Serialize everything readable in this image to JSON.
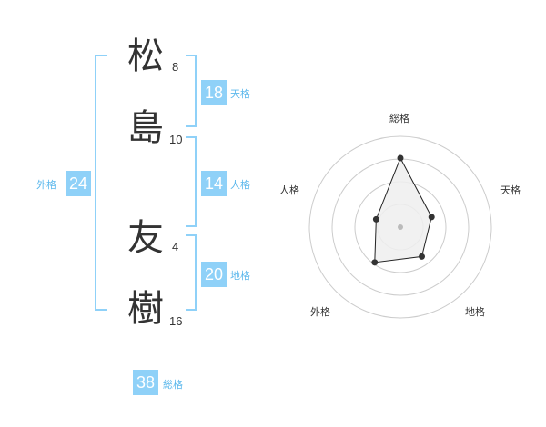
{
  "name": {
    "chars": [
      {
        "char": "松",
        "strokes": "8"
      },
      {
        "char": "島",
        "strokes": "10"
      },
      {
        "char": "友",
        "strokes": "4"
      },
      {
        "char": "樹",
        "strokes": "16"
      }
    ]
  },
  "fortunes": {
    "tenkaku": {
      "value": "18",
      "label": "天格"
    },
    "jinkaku": {
      "value": "14",
      "label": "人格"
    },
    "chikaku": {
      "value": "20",
      "label": "地格"
    },
    "gaikaku": {
      "value": "24",
      "label": "外格"
    },
    "soukaku": {
      "value": "38",
      "label": "総格"
    }
  },
  "chart_data": {
    "type": "radar",
    "axes": [
      "総格",
      "天格",
      "地格",
      "外格",
      "人格"
    ],
    "values": [
      38,
      18,
      20,
      24,
      14
    ],
    "rings": 4,
    "colors": {
      "fill": "#efefef",
      "stroke": "#222222",
      "grid": "#cccccc",
      "point": "#333333",
      "center": "#bbbbbb"
    }
  },
  "colors": {
    "accent": "#8fd1f8",
    "accent_text": "#5cb8ec"
  }
}
